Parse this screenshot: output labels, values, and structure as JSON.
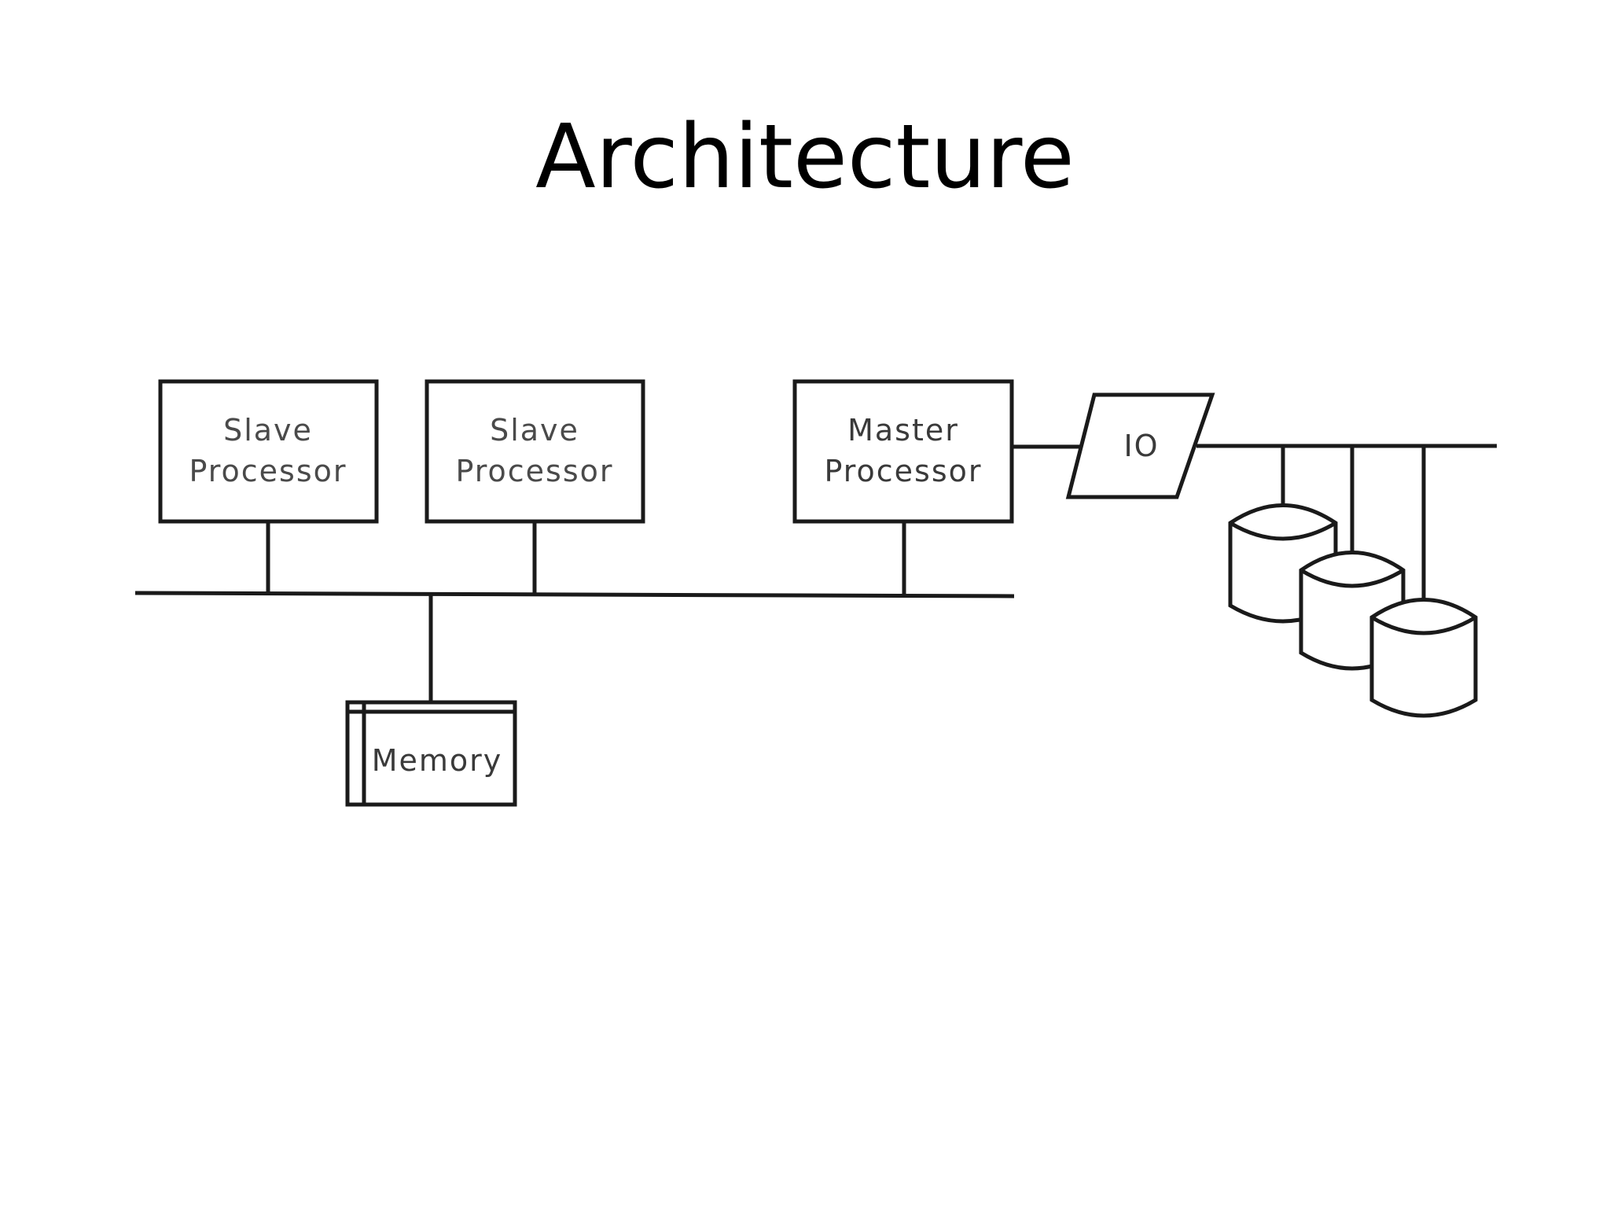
{
  "slide": {
    "title": "Architecture"
  },
  "diagram": {
    "nodes": {
      "slave1": {
        "line1": "Slave",
        "line2": "Processor"
      },
      "slave2": {
        "line1": "Slave",
        "line2": "Processor"
      },
      "master": {
        "line1": "Master",
        "line2": "Processor"
      },
      "io": {
        "label": "IO"
      },
      "memory": {
        "label": "Memory"
      }
    },
    "disks": [
      {
        "icon": "disk-cylinder-icon"
      },
      {
        "icon": "disk-cylinder-icon"
      },
      {
        "icon": "disk-cylinder-icon"
      }
    ],
    "colors": {
      "stroke": "#1a1a1a",
      "label": "#4a4a4a"
    }
  }
}
